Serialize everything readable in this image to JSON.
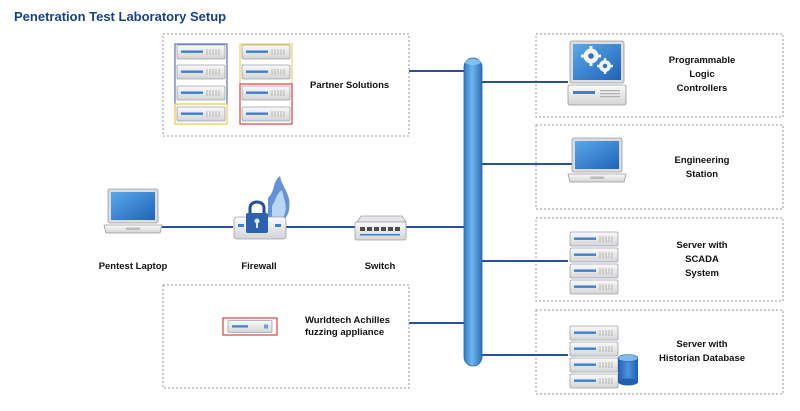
{
  "title": "Penetration Test Laboratory Setup",
  "labels": {
    "partner": "Partner Solutions",
    "pentest_laptop": "Pentest Laptop",
    "firewall": "Firewall",
    "switch": "Switch",
    "achilles": [
      "Wurldtech Achilles",
      "fuzzing appliance"
    ],
    "plc": [
      "Programmable",
      "Logic",
      "Controllers"
    ],
    "eng": [
      "Engineering",
      "Station"
    ],
    "scada": [
      "Server with",
      "SCADA",
      "System"
    ],
    "historian": [
      "Server with",
      "Historian Database"
    ]
  },
  "icons": {
    "laptop": "laptop-icon",
    "firewall": "firewall-lock-icon",
    "switch": "network-switch-icon",
    "server": "server-rack-icon",
    "plc": "plc-gears-icon",
    "database": "database-cylinder-icon"
  },
  "colors": {
    "title": "#1a3f8f",
    "wire": "#2a4f9a",
    "backbone": "#3d8fd6",
    "partner_blue": "#3a56a8",
    "partner_yellow": "#e8c84a",
    "partner_red": "#d84040",
    "fire": "#4a7fd0"
  }
}
